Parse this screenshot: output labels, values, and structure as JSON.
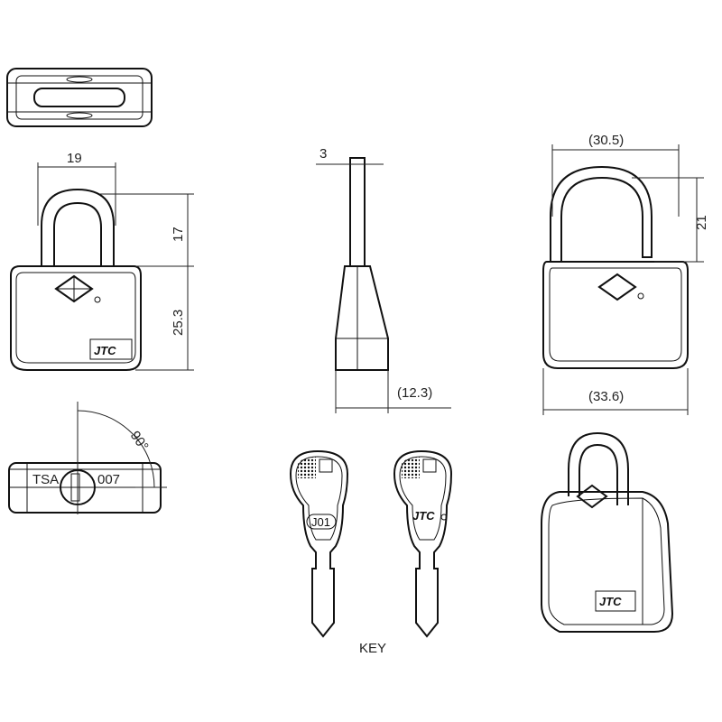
{
  "title": "TSA padlock dimension drawing",
  "dimensions": {
    "front_width": "19",
    "shackle_height": "17",
    "body_height": "25.3",
    "shackle_thickness": "3",
    "side_depth": "(12.3)",
    "overall_width_open": "(30.5)",
    "open_shackle_height": "21",
    "body_width": "(33.6)",
    "rotation_angle": "90°"
  },
  "bottom_view": {
    "left_label": "TSA",
    "right_label": "007"
  },
  "keys": {
    "key_code": "J01",
    "caption": "KEY"
  },
  "logo_text": "JTC"
}
